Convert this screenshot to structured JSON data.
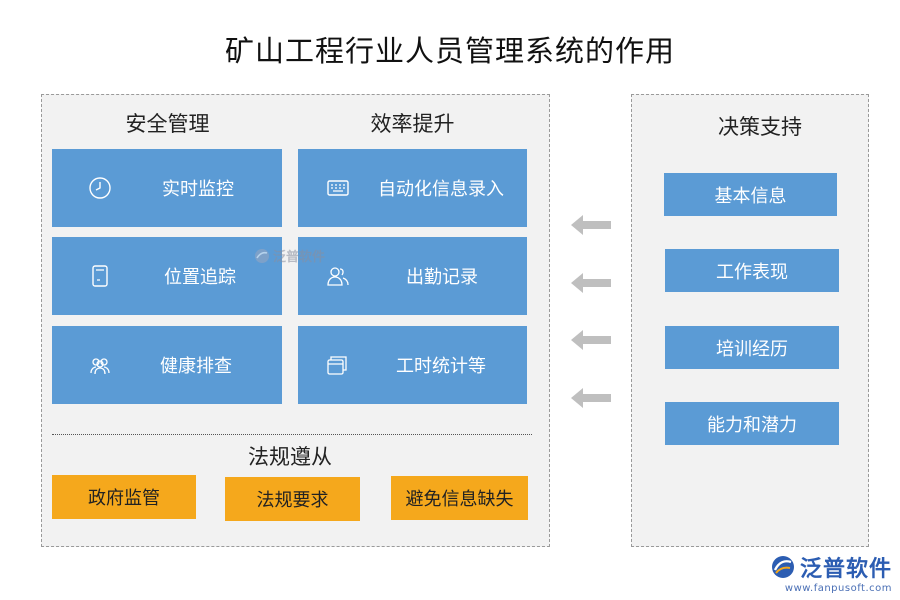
{
  "title": "矿山工程行业人员管理系统的作用",
  "left_panel": {
    "safety": {
      "heading": "安全管理",
      "items": [
        {
          "label": "实时监控",
          "icon": "clock-icon"
        },
        {
          "label": "位置追踪",
          "icon": "tablet-icon"
        },
        {
          "label": "健康排查",
          "icon": "group-icon"
        }
      ]
    },
    "efficiency": {
      "heading": "效率提升",
      "items": [
        {
          "label": "自动化信息录入",
          "icon": "keyboard-icon"
        },
        {
          "label": "出勤记录",
          "icon": "users-icon"
        },
        {
          "label": "工时统计等",
          "icon": "windows-icon"
        }
      ]
    },
    "compliance": {
      "heading": "法规遵从",
      "items": [
        "政府监管",
        "法规要求",
        "避免信息缺失"
      ]
    }
  },
  "right_panel": {
    "heading": "决策支持",
    "items": [
      "基本信息",
      "工作表现",
      "培训经历",
      "能力和潜力"
    ]
  },
  "watermark": "泛普软件",
  "brand": {
    "name": "泛普软件",
    "url": "www.fanpusoft.com"
  },
  "colors": {
    "blue": "#5b9bd5",
    "orange": "#f5a81c",
    "panel": "#f2f2f2",
    "arrow": "#bfbfbf"
  }
}
